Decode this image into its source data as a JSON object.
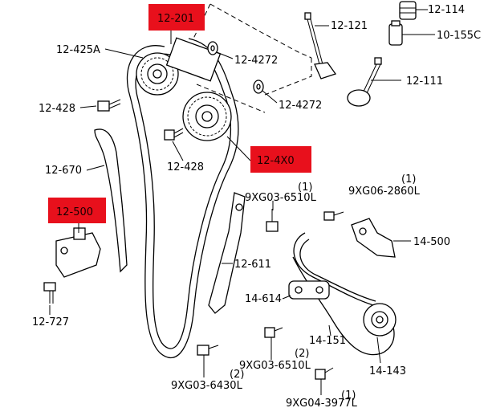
{
  "labels": {
    "p12_201": "12-201",
    "p12_114": "12-114",
    "p12_121": "12-121",
    "p10_155c": "10-155C",
    "p12_425a": "12-425A",
    "p12_4272_top": "12-4272",
    "p12_111": "12-111",
    "p12_428_left": "12-428",
    "p12_4272_mid": "12-4272",
    "p12_4x0": "12-4X0",
    "p12_670": "12-670",
    "p12_428_mid": "12-428",
    "n1_a": "(1)",
    "p9xg06": "9XG06-2860L",
    "n1_b": "(1)",
    "p9xg03_a": "9XG03-6510L",
    "p12_500": "12-500",
    "p14_500": "14-500",
    "p12_611": "12-611",
    "p14_614": "14-614",
    "p12_727": "12-727",
    "p14_151": "14-151",
    "n2_a": "(2)",
    "p9xg03_b": "9XG03-6510L",
    "p14_143": "14-143",
    "n2_b": "(2)",
    "p9xg03_c": "9XG03-6430L",
    "n1_c": "(1)",
    "p9xg04": "9XG04-3977L"
  },
  "highlight_color": "#e8101c"
}
